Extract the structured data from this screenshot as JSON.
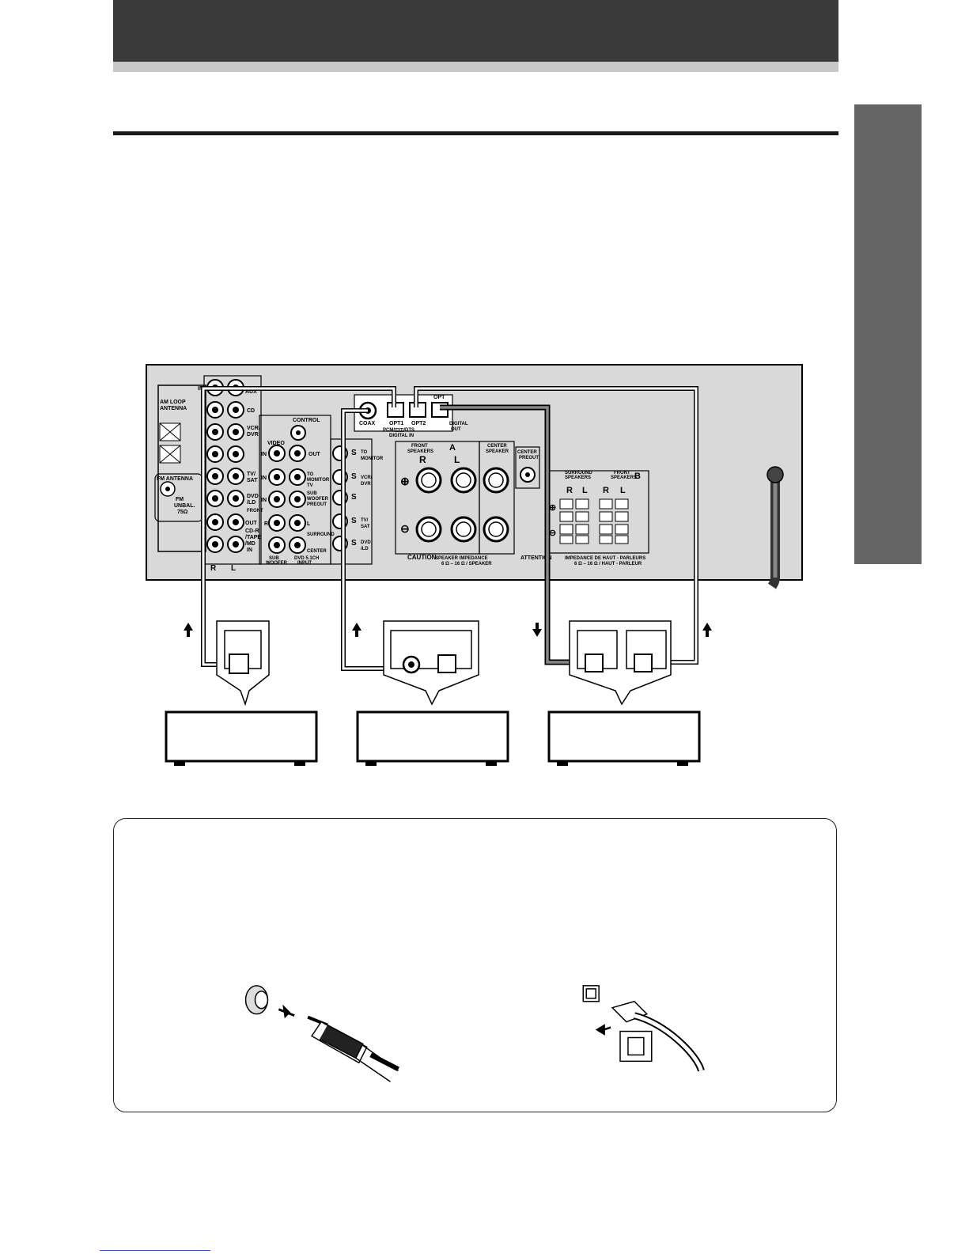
{
  "colors": {
    "header_bar": "#3a3a3a",
    "header_strip": "#c8c8c8",
    "side_tab": "#656565",
    "panel_fill": "#d9d9d9"
  },
  "receiver": {
    "aux": "AUX",
    "in": "IN",
    "cd": "CD",
    "am_loop_antenna": [
      "AM LOOP",
      "ANTENNA"
    ],
    "fm_antenna": "FM ANTENNA",
    "fm_unbal": [
      "FM",
      "UNBAL.",
      "75Ω"
    ],
    "vcr_dvr": [
      "VCR/",
      "DVR"
    ],
    "tv_sat": [
      "TV/",
      "SAT"
    ],
    "dvd_ld": [
      "DVD",
      "/LD"
    ],
    "cdr_tape_md": [
      "CD-R",
      "/TAPE",
      "/MD"
    ],
    "out": "OUT",
    "front": "FRONT",
    "r": "R",
    "l": "L",
    "control": "CONTROL",
    "video": "VIDEO",
    "to_monitor_tv": [
      "TO",
      "MONITOR",
      "TV"
    ],
    "sub_woofer_preout": [
      "SUB",
      "WOOFER",
      "PREOUT"
    ],
    "surround": "SURROUND",
    "center": "CENTER",
    "sub_woofer": [
      "SUB",
      "WOOFER"
    ],
    "dvd_51ch_input": [
      "DVD 5.1CH",
      "INPUT"
    ],
    "s": "S",
    "coax": "COAX",
    "opt1": "OPT1",
    "opt2": "OPT2",
    "opt": "OPT",
    "pcm_dts": "PCM/◫◫/DTS",
    "digital_in": "DIGITAL  IN",
    "digital_out": [
      "DIGITAL",
      "OUT"
    ],
    "front_speakers": [
      "FRONT",
      "SPEAKERS"
    ],
    "a": "A",
    "b": "B",
    "center_speaker": [
      "CENTER",
      "SPEAKER"
    ],
    "center_preout": [
      "CENTER",
      "PREOUT"
    ],
    "surround_speakers": [
      "SURROUND",
      "SPEAKERS"
    ],
    "caution": "CAUTION:",
    "speaker_impedance": "SPEAKER  IMPEDANCE",
    "speaker_impedance_value": "6 Ω – 16 Ω / SPEAKER",
    "attention": "ATTENTION",
    "impedance_fr": "IMPEDANCE DE HAUT - PARLEURS",
    "impedance_fr_value": "6 Ω – 16 Ω / HAUT - PARLEUR",
    "plus": "⊕",
    "minus": "⊖"
  }
}
